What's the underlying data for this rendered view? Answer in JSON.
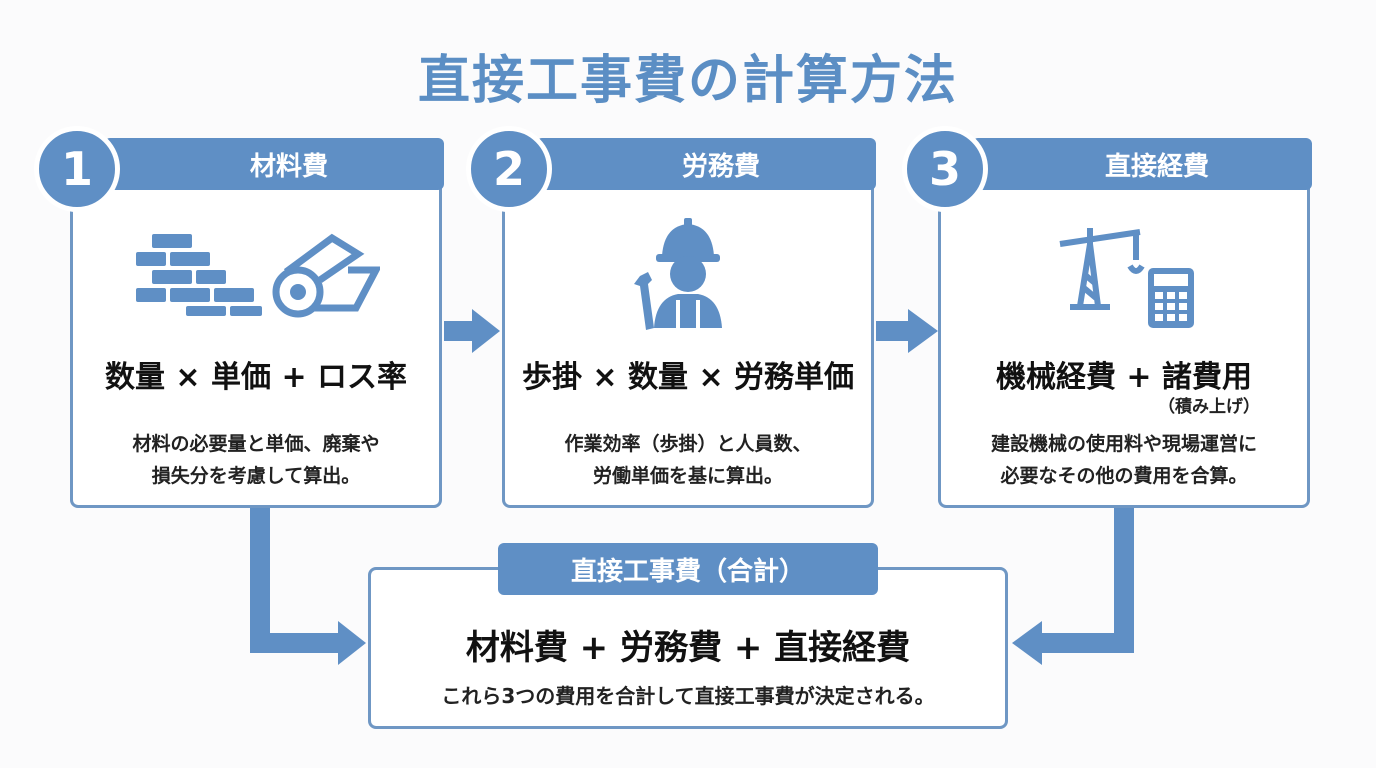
{
  "title": "直接工事費の計算方法",
  "colors": {
    "accent": "#5f8fc5",
    "border": "#6f97c4",
    "title": "#5b8ec4"
  },
  "cards": [
    {
      "number": "1",
      "header": "材料費",
      "icon": "bricks-and-roll-icon",
      "formula": "数量 × 単価 + ロス率",
      "desc_line1": "材料の必要量と単価、廃棄や",
      "desc_line2": "損失分を考慮して算出。"
    },
    {
      "number": "2",
      "header": "労務費",
      "icon": "worker-icon",
      "formula": "歩掛 × 数量 × 労務単価",
      "desc_line1": "作業効率（歩掛）と人員数、",
      "desc_line2": "労働単価を基に算出。"
    },
    {
      "number": "3",
      "header": "直接経費",
      "icon": "crane-and-calculator-icon",
      "formula": "機械経費 +  諸費用",
      "formula_note": "（積み上げ）",
      "desc_line1": "建設機械の使用料や現場運営に",
      "desc_line2": "必要なその他の費用を合算。"
    }
  ],
  "total": {
    "header": "直接工事費（合計）",
    "formula": "材料費 + 労務費 + 直接経費",
    "desc": "これら3つの費用を合計して直接工事費が決定される。"
  }
}
